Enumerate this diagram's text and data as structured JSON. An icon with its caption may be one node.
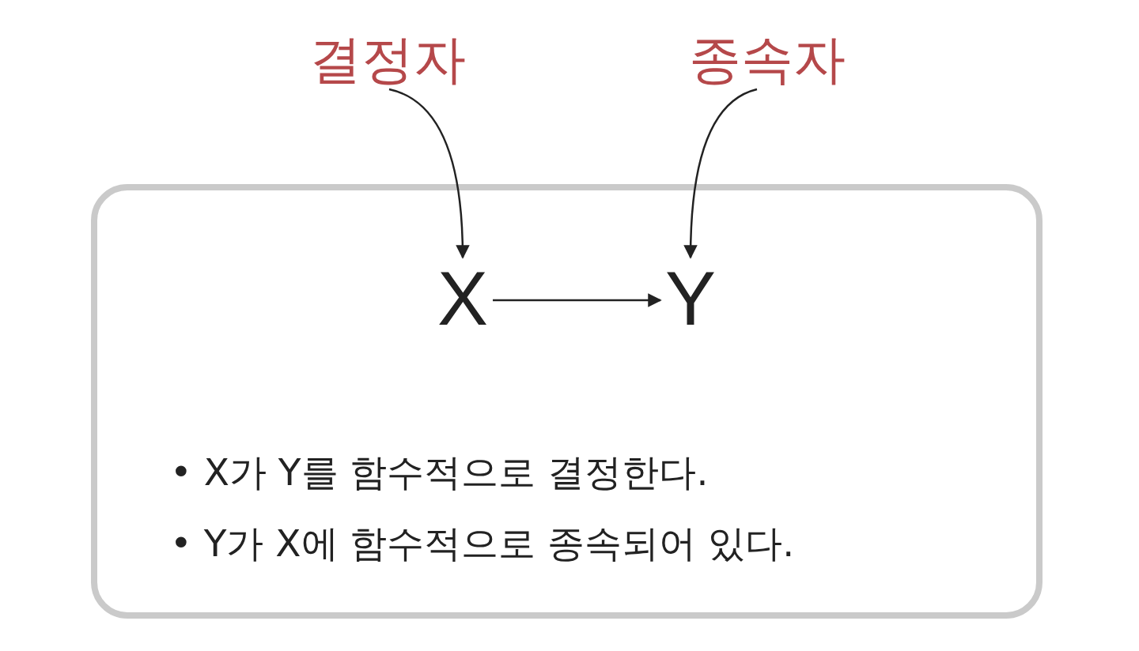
{
  "diagram": {
    "nodes": [
      {
        "text": [
          "결정자"
        ]
      },
      {
        "text": [
          "종속자"
        ]
      },
      {
        "text": [
          "• X가 Y를 함수적으로 결정한다.",
          "• Y가 X에 함수적으로 종속되어 있다."
        ]
      },
      {
        "text": [
          "X"
        ],
        "in": 2
      },
      {
        "text": [
          "Y"
        ],
        "in": 2
      }
    ],
    "edges": [
      {
        "from": 0,
        "to": 3,
        "arrow": "to"
      },
      {
        "from": 1,
        "to": 4,
        "arrow": "to"
      },
      {
        "from": 3,
        "to": 4,
        "arrow": "to"
      }
    ]
  }
}
